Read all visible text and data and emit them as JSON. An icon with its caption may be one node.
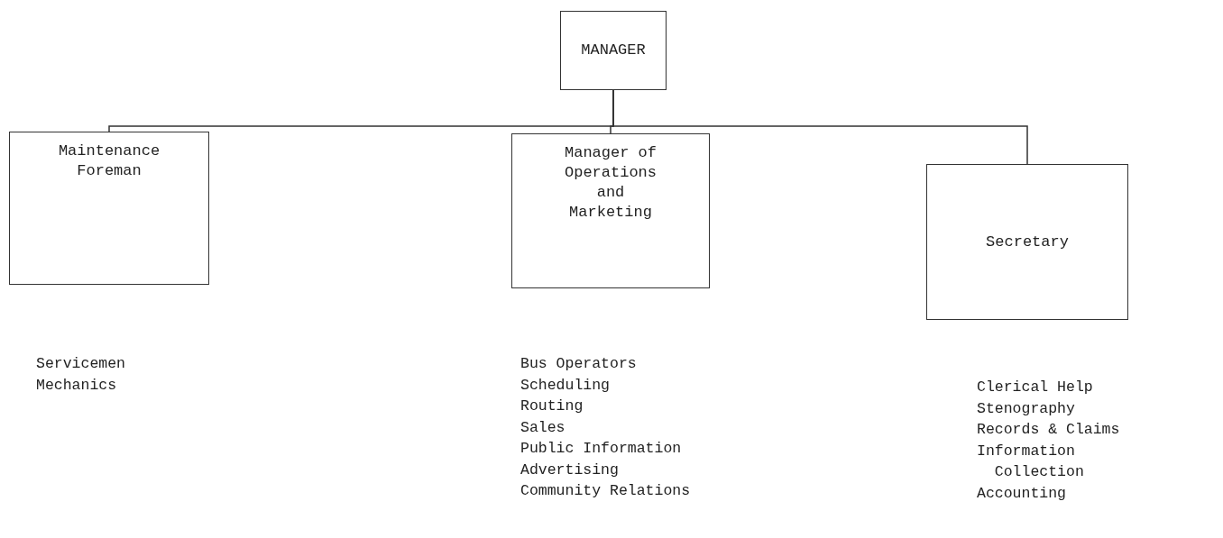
{
  "diagram": {
    "nodes": [
      {
        "text": [
          "MANAGER"
        ]
      },
      {
        "text": [
          "Maintenance Foreman"
        ],
        "beside": [
          "Servicemen",
          "Mechanics"
        ]
      },
      {
        "text": [
          "Manager of Operations and Marketing"
        ],
        "beside": [
          "Bus Operators",
          "Scheduling",
          "Routing",
          "Sales",
          "Public Information",
          "Advertising",
          "Community Relations"
        ]
      },
      {
        "text": [
          "Secretary"
        ],
        "beside": [
          "Clerical Help",
          "Stenography",
          "Records & Claims",
          "Information Collection",
          "Accounting"
        ]
      }
    ],
    "edges": [
      {
        "from": 0,
        "to": 1,
        "arrow": "none"
      },
      {
        "from": 0,
        "to": 2,
        "arrow": "none"
      },
      {
        "from": 0,
        "to": 3,
        "arrow": "none"
      }
    ]
  }
}
